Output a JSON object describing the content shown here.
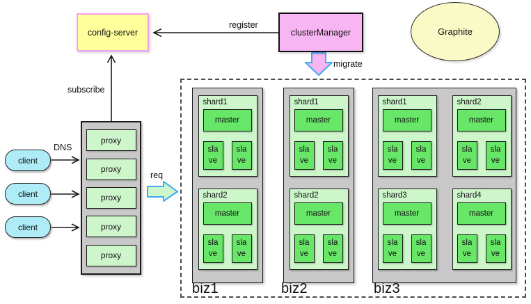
{
  "nodes": {
    "config_server": "config-server",
    "cluster_manager": "clusterManager",
    "graphite": "Graphite"
  },
  "edge_labels": {
    "register": "register",
    "subscribe": "subscribe",
    "dns": "DNS",
    "req": "req",
    "migrate": "migrate"
  },
  "clients": [
    {
      "label": "client"
    },
    {
      "label": "client"
    },
    {
      "label": "client"
    }
  ],
  "proxies": [
    {
      "label": "proxy"
    },
    {
      "label": "proxy"
    },
    {
      "label": "proxy"
    },
    {
      "label": "proxy"
    },
    {
      "label": "proxy"
    }
  ],
  "clusters": [
    {
      "label": "biz1",
      "shards": [
        {
          "name": "shard1",
          "master": "master",
          "slaves": [
            "slave",
            "slave"
          ]
        },
        {
          "name": "shard2",
          "master": "master",
          "slaves": [
            "slave",
            "slave"
          ]
        }
      ]
    },
    {
      "label": "biz2",
      "shards": [
        {
          "name": "shard1",
          "master": "master",
          "slaves": [
            "slave",
            "slave"
          ]
        },
        {
          "name": "shard2",
          "master": "master",
          "slaves": [
            "slave",
            "slave"
          ]
        }
      ]
    },
    {
      "label": "biz3",
      "shards": [
        {
          "name": "shard1",
          "master": "master",
          "slaves": [
            "slave",
            "slave"
          ]
        },
        {
          "name": "shard2",
          "master": "master",
          "slaves": [
            "slave",
            "slave"
          ]
        },
        {
          "name": "shard3",
          "master": "master",
          "slaves": [
            "slave",
            "slave"
          ]
        },
        {
          "name": "shard4",
          "master": "master",
          "slaves": [
            "slave",
            "slave"
          ]
        }
      ]
    }
  ],
  "colors": {
    "config_fill": "#FFFF9C",
    "config_border": "#F0A0F0",
    "cluster_manager_fill": "#F8B5F3",
    "graphite_fill": "#FAFAC6",
    "client_fill": "#AEEDF8",
    "container_gray": "#C9C9C9",
    "light_green": "#CDF6CB",
    "node_green": "#68E668",
    "fat_arrow_border_blue": "#3FA9F5",
    "line_black": "#1a1a1a"
  }
}
